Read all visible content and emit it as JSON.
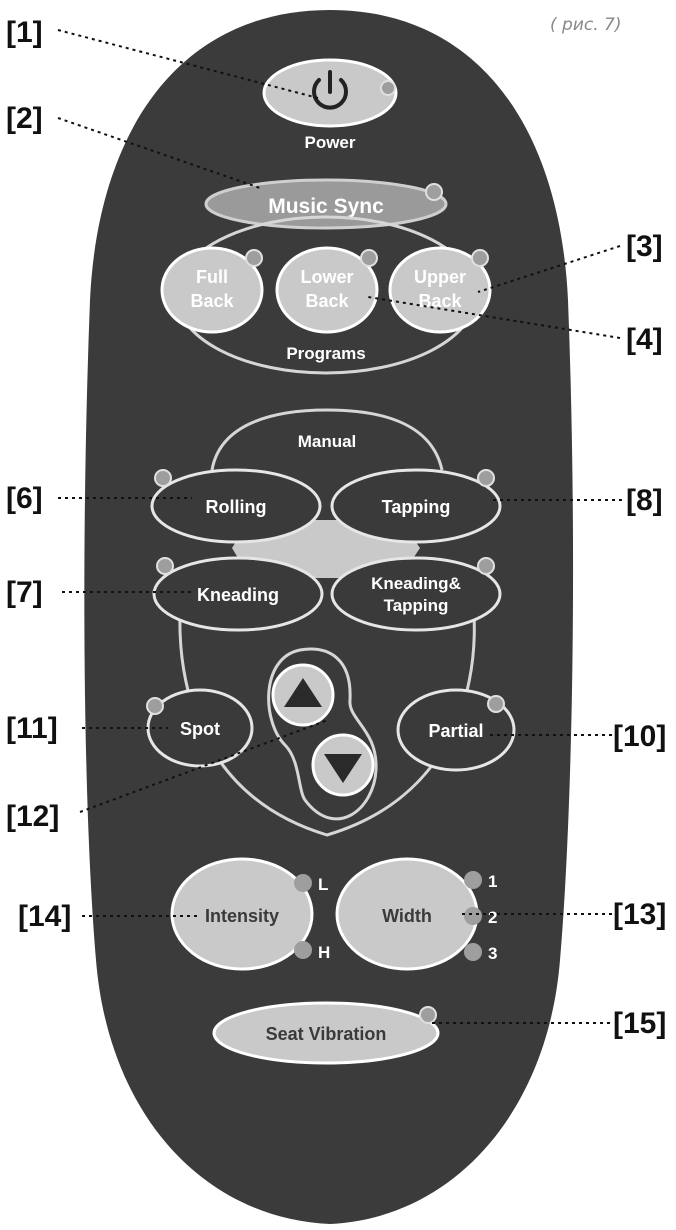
{
  "figure_caption": "( рис. 7)",
  "remote": {
    "power_label": "Power",
    "music_sync_label": "Music Sync",
    "programs_label": "Programs",
    "full_back_line1": "Full",
    "full_back_line2": "Back",
    "lower_back_line1": "Lower",
    "lower_back_line2": "Back",
    "upper_back_line1": "Upper",
    "upper_back_line2": "Back",
    "manual_label": "Manual",
    "rolling_label": "Rolling",
    "tapping_label": "Tapping",
    "kneading_label": "Kneading",
    "kneading_tapping_line1": "Kneading&",
    "kneading_tapping_line2": "Tapping",
    "spot_label": "Spot",
    "partial_label": "Partial",
    "intensity_label": "Intensity",
    "intensity_low": "L",
    "intensity_high": "H",
    "width_label": "Width",
    "width_1": "1",
    "width_2": "2",
    "width_3": "3",
    "seat_vibration_label": "Seat Vibration"
  },
  "callouts": {
    "c1": "[1]",
    "c2": "[2]",
    "c3": "[3]",
    "c4": "[4]",
    "c6": "[6]",
    "c7": "[7]",
    "c8": "[8]",
    "c10": "[10]",
    "c11": "[11]",
    "c12": "[12]",
    "c13": "[13]",
    "c14": "[14]",
    "c15": "[15]"
  },
  "colors": {
    "remote_body": "#3b3b3b",
    "button_fill": "#c9c9c9",
    "led": "#9e9e9e",
    "callout_text": "#111111"
  }
}
